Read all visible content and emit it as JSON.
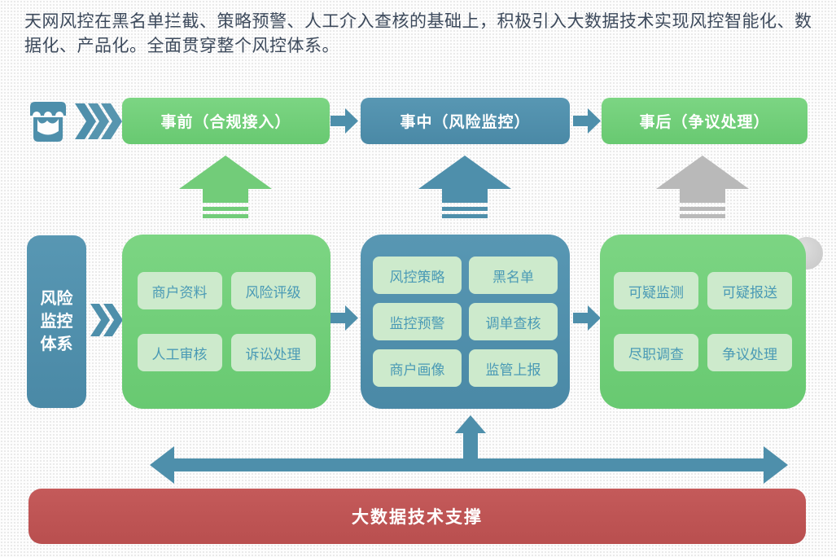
{
  "intro": {
    "text": "天网风控在黑名单拦截、策略预警、人工介入查核的基础上，积极引入大数据技术实现风控智能化、数据化、产品化。全面贯穿整个风控体系。"
  },
  "sidebar": {
    "label": "风险监控体系"
  },
  "phases": [
    {
      "stage_label": "事前（合规接入）",
      "color": "#6fcb77",
      "arrow_color": "#72cc79",
      "items": [
        "商户资料",
        "风险评级",
        "人工审核",
        "诉讼处理"
      ]
    },
    {
      "stage_label": "事中（风险监控）",
      "color": "#4e8fab",
      "arrow_color": "#4e8fab",
      "items": [
        "风控策略",
        "黑名单",
        "监控预警",
        "调单查核",
        "商户画像",
        "监管上报"
      ]
    },
    {
      "stage_label": "事后（争议处理）",
      "color": "#6fcb77",
      "arrow_color": "#b9b9b9",
      "items": [
        "可疑监测",
        "可疑报送",
        "尽职调查",
        "争议处理"
      ]
    }
  ],
  "footer": {
    "label": "大数据技术支撑",
    "color": "#bf5353"
  },
  "colors": {
    "green": "#6fcb77",
    "blue": "#4e8fab",
    "gray_arrow": "#b9b9b9",
    "pill_bg": "#cdeacc",
    "pill_text": "#4a9ab5",
    "red": "#bf5353",
    "intro_text": "#3d4a5c"
  }
}
